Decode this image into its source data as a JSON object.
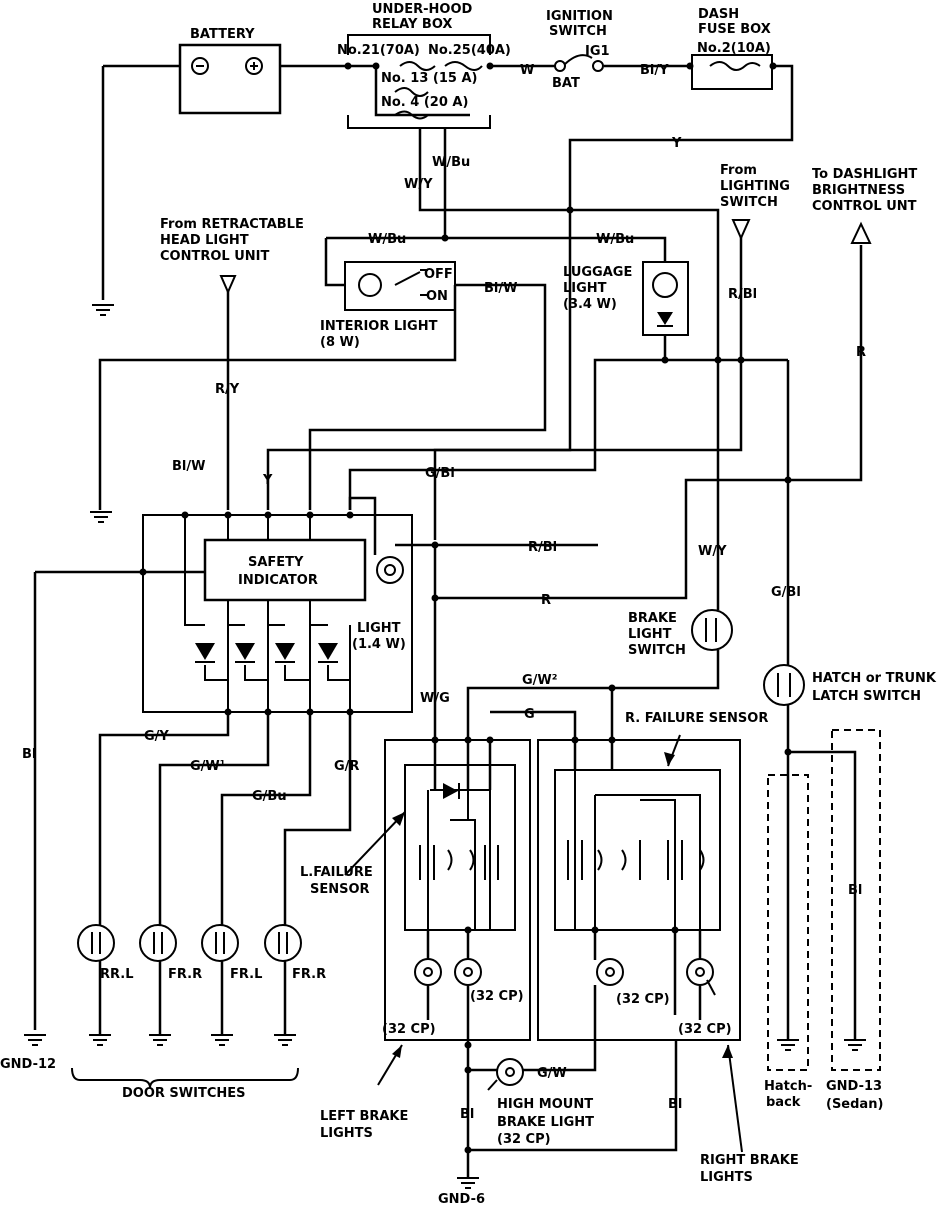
{
  "labels": {
    "battery": "BATTERY",
    "underhood_1": "UNDER-HOOD",
    "underhood_2": "RELAY BOX",
    "fuse21": "No.21(70A)",
    "fuse25": "No.25(40A)",
    "fuse13": "No. 13 (15 A)",
    "fuse4": "No. 4 (20 A)",
    "ign_1": "IGNITION",
    "ign_2": "SWITCH",
    "ig1": "IG1",
    "bat": "BAT",
    "dash_1": "DASH",
    "dash_2": "FUSE BOX",
    "fuse2": "No.2(10A)",
    "w_ig": "W",
    "bly_ig": "Bl/Y",
    "y_top": "Y",
    "wbu_1": "W/Bu",
    "wy_1": "W/Y",
    "retract_1": "From RETRACTABLE",
    "retract_2": "HEAD LIGHT",
    "retract_3": "CONTROL UNIT",
    "from_light_1": "From",
    "from_light_2": "LIGHTING",
    "from_light_3": "SWITCH",
    "dashlight_1": "To DASHLIGHT",
    "dashlight_2": "BRIGHTNESS",
    "dashlight_3": "CONTROL UNT",
    "wbu_2": "W/Bu",
    "wbu_3": "W/Bu",
    "off": "OFF",
    "on": "ON",
    "blw_1": "Bl/W",
    "interior_1": "INTERIOR LIGHT",
    "interior_2": "(8 W)",
    "luggage_1": "LUGGAGE",
    "luggage_2": "LIGHT",
    "luggage_3": "(3.4 W)",
    "rbl_1": "R/Bl",
    "r_1": "R",
    "ry": "R/Y",
    "blw_2": "Bl/W",
    "y_2": "Y",
    "gbl_1": "G/Bl",
    "safety_1": "SAFETY",
    "safety_2": "INDICATOR",
    "rbl_2": "R/Bl",
    "r_2": "R",
    "light_1": "LIGHT",
    "light_2": "(1.4 W)",
    "wy_2": "W/Y",
    "brake_sw_1": "BRAKE",
    "brake_sw_2": "LIGHT",
    "brake_sw_3": "SWITCH",
    "gbl_2": "G/Bl",
    "hatch_1": "HATCH or TRUNK",
    "hatch_2": "LATCH SWITCH",
    "wg": "W/G",
    "gw2": "G/W²",
    "g": "G",
    "rfail": "R. FAILURE SENSOR",
    "bl_1": "Bl",
    "gy": "G/Y",
    "gw1": "G/W¹",
    "gbu": "G/Bu",
    "gr": "G/R",
    "lfail_1": "L.FAILURE",
    "lfail_2": "SENSOR",
    "rrl": "RR.L",
    "frr_1": "FR.R",
    "frl": "FR.L",
    "frr_2": "FR.R",
    "cp_1": "(32 CP)",
    "cp_2": "(32 CP)",
    "cp_3": "(32 CP)",
    "cp_4": "(32 CP)",
    "bl_2": "Bl",
    "gnd12": "GND-12",
    "door_sw": "DOOR SWITCHES",
    "gw": "G/W",
    "left_brake_1": "LEFT BRAKE",
    "left_brake_2": "LIGHTS",
    "high_mount_1": "HIGH MOUNT",
    "high_mount_2": "BRAKE LIGHT",
    "high_mount_3": "(32 CP)",
    "bl_3": "Bl",
    "bl_4": "Bl",
    "right_brake_1": "RIGHT BRAKE",
    "right_brake_2": "LIGHTS",
    "hatchback_1": "Hatch-",
    "hatchback_2": "back",
    "gnd13_1": "GND-13",
    "gnd13_2": "(Sedan)",
    "gnd6": "GND-6"
  }
}
